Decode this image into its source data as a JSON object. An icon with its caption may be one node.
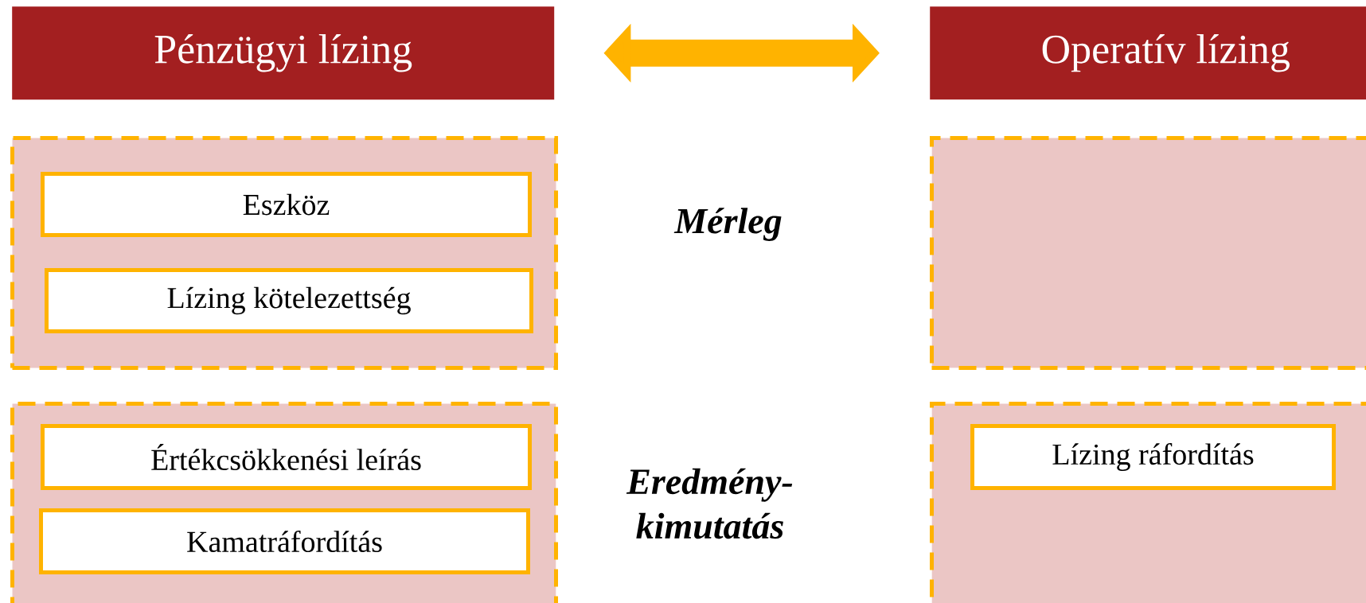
{
  "diagram": {
    "nodes": [
      {
        "text": [
          "Pénzügyi lízing"
        ]
      },
      {
        "text": [
          "Operatív lízing"
        ]
      },
      {
        "text": [],
        "shape": "box"
      },
      {
        "text": [
          "Eszköz"
        ],
        "in": 2
      },
      {
        "text": [
          "Lízing kötelezettség"
        ],
        "in": 2
      },
      {
        "text": [],
        "shape": "box"
      },
      {
        "text": [],
        "shape": "box"
      },
      {
        "text": [
          "Értékcsökkenési leírás"
        ],
        "in": 6
      },
      {
        "text": [
          "Kamatráfordítás"
        ],
        "in": 6
      },
      {
        "text": [],
        "shape": "box"
      },
      {
        "text": [
          "Lízing ráfordítás"
        ],
        "in": 9
      }
    ],
    "edges": [
      {
        "from": 0,
        "to": 1,
        "arrow": "both"
      }
    ],
    "labels": [
      "Mérleg",
      "Eredmény-kimutatás"
    ]
  }
}
